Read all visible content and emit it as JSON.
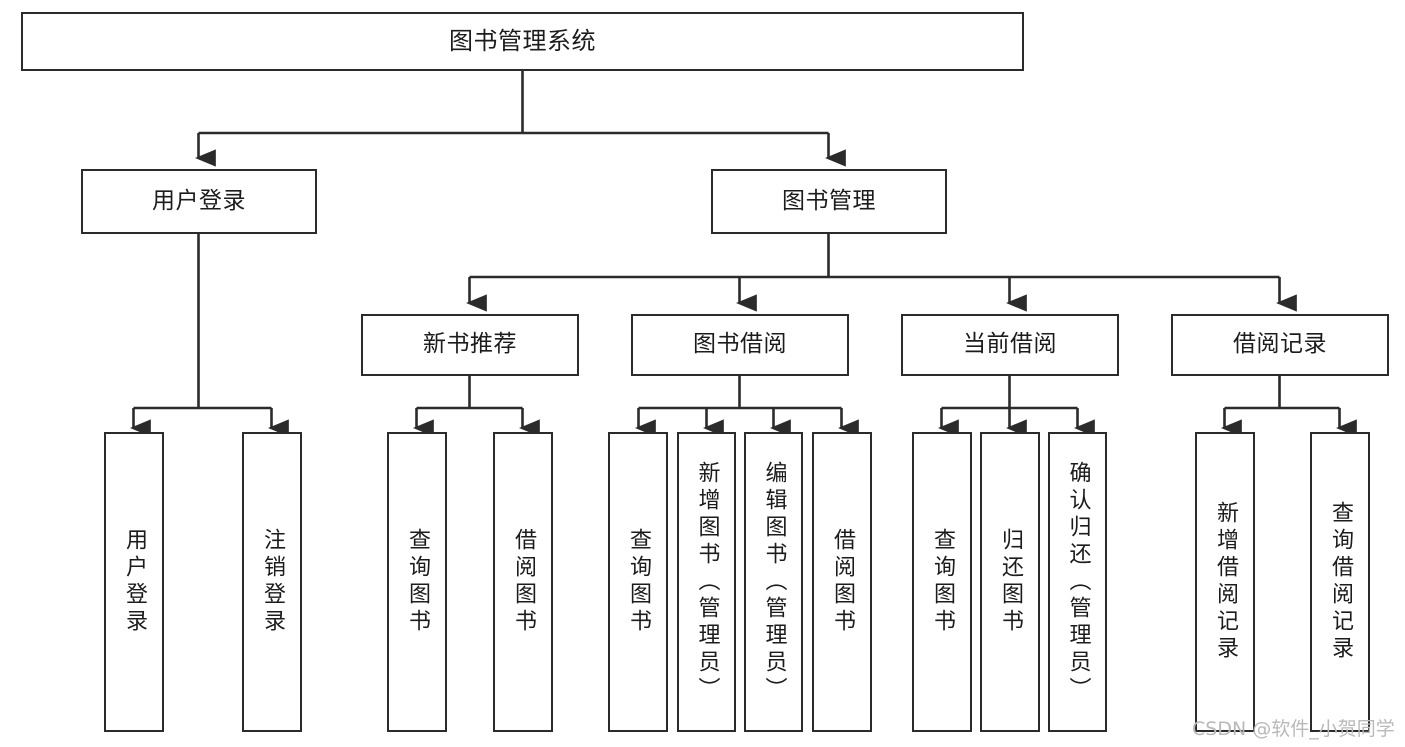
{
  "diagram": {
    "title": "图书管理系统",
    "type": "tree-hierarchy",
    "watermark": "CSDN @软件_小贺同学",
    "colors": {
      "box_border": "#2b2b2b",
      "box_fill": "#ffffff",
      "edge": "#2b2b2b",
      "text": "#1c1c1c",
      "watermark": "#b9b9b9",
      "background": "#ffffff"
    }
  },
  "nodes": {
    "root": {
      "label": "图书管理系统"
    },
    "level2": [
      {
        "id": "user-login",
        "label": "用户登录"
      },
      {
        "id": "book-manage",
        "label": "图书管理"
      }
    ],
    "level3": [
      {
        "id": "new-book-recommend",
        "label": "新书推荐"
      },
      {
        "id": "book-borrow",
        "label": "图书借阅"
      },
      {
        "id": "current-borrow",
        "label": "当前借阅"
      },
      {
        "id": "borrow-record",
        "label": "借阅记录"
      }
    ],
    "leaves": {
      "user_login": [
        {
          "id": "leaf-user-login",
          "label": "用户登录"
        },
        {
          "id": "leaf-logout-login",
          "label": "注销登录"
        }
      ],
      "new_book_recommend": [
        {
          "id": "leaf-query-book-1",
          "label": "查询图书"
        },
        {
          "id": "leaf-borrow-book-1",
          "label": "借阅图书"
        }
      ],
      "book_borrow": [
        {
          "id": "leaf-query-book-2",
          "label": "查询图书"
        },
        {
          "id": "leaf-add-book-admin",
          "label": "新增图书（管理员）"
        },
        {
          "id": "leaf-edit-book-admin",
          "label": "编辑图书（管理员）"
        },
        {
          "id": "leaf-borrow-book-2",
          "label": "借阅图书"
        }
      ],
      "current_borrow": [
        {
          "id": "leaf-query-book-3",
          "label": "查询图书"
        },
        {
          "id": "leaf-return-book",
          "label": "归还图书"
        },
        {
          "id": "leaf-confirm-return-admin",
          "label": "确认归还（管理员）"
        }
      ],
      "borrow_record": [
        {
          "id": "leaf-add-borrow-record",
          "label": "新增借阅记录"
        },
        {
          "id": "leaf-query-borrow-record",
          "label": "查询借阅记录"
        }
      ]
    }
  }
}
